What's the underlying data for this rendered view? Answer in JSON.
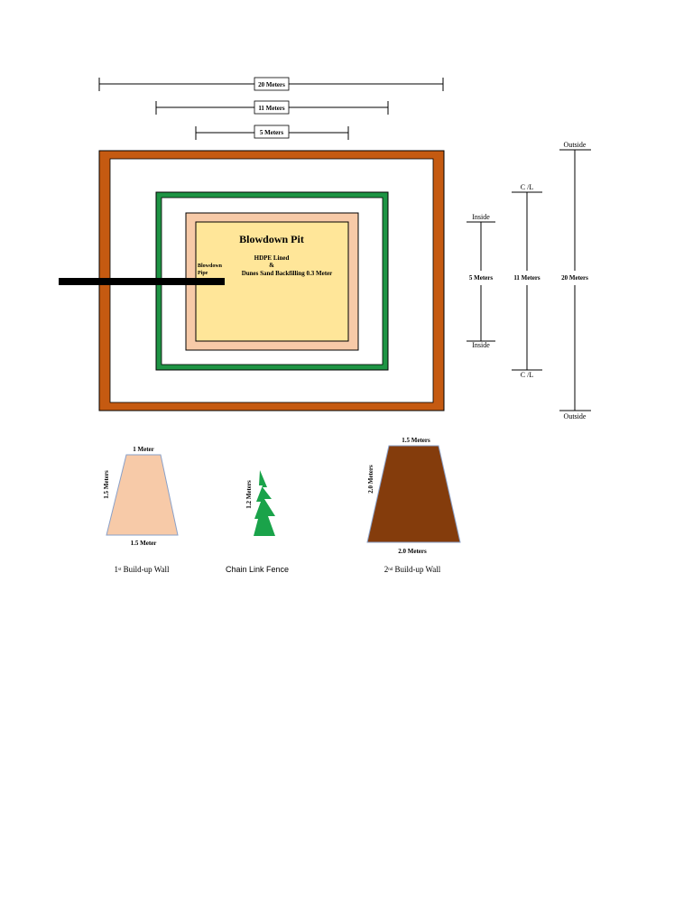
{
  "dimensions": {
    "outer": "20 Meters",
    "centerline": "11 Meters",
    "inner": "5 Meters"
  },
  "pit": {
    "title": "Blowdown Pit",
    "line1": "HDPE Lined",
    "line2": "&",
    "line3": "Dunes Sand Backfilling 0.3 Meter",
    "pipe_line1": "Blowdown",
    "pipe_line2": "Pipe"
  },
  "side_scales": {
    "inside_top": "Inside",
    "inside_bottom": "Inside",
    "inside_dim": "5 Meters",
    "cl_top": "C /L",
    "cl_bottom": "C /L",
    "cl_dim": "11 Meters",
    "outside_top": "Outside",
    "outside_bottom": "Outside",
    "outside_dim": "20 Meters"
  },
  "wall1": {
    "top": "1 Meter",
    "bottom": "1.5 Meter",
    "height": "1.5 Meters",
    "caption_prefix": "1",
    "caption_sup": "st",
    "caption_suffix": " Build-up Wall"
  },
  "fence": {
    "height": "1.2 Meters",
    "caption": "Chain Link Fence"
  },
  "wall2": {
    "top": "1.5 Meters",
    "bottom": "2.0 Meters",
    "height": "2.0 Meters",
    "caption_prefix": "2",
    "caption_sup": "nd",
    "caption_suffix": " Build-up Wall"
  },
  "colors": {
    "outer_wall": "#c55a11",
    "fence": "#1e9444",
    "wall1": "#f7caa8",
    "pit_fill": "#ffe699",
    "wall2": "#843c0c",
    "pipe": "#000000"
  }
}
